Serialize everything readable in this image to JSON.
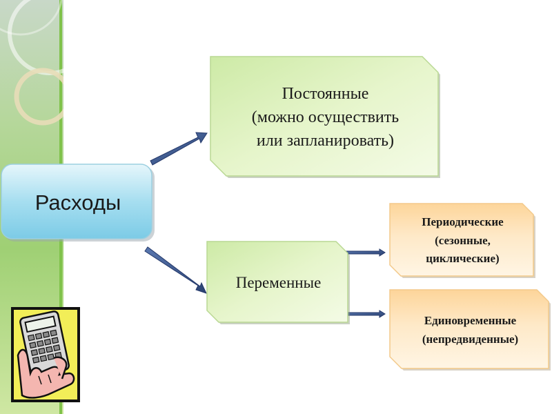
{
  "diagram": {
    "root": {
      "label": "Расходы"
    },
    "constant": {
      "lines": [
        "Постоянные",
        "(можно осуществить",
        "или запланировать)"
      ]
    },
    "variable": {
      "label": "Переменные"
    },
    "periodic": {
      "lines": [
        "Периодические",
        "(сезонные,",
        "циклические)"
      ]
    },
    "one_time": {
      "lines": [
        "Единовременные",
        "(непредвиденные)"
      ]
    },
    "edges": [
      {
        "from": "Расходы",
        "to": "Постоянные"
      },
      {
        "from": "Расходы",
        "to": "Переменные"
      },
      {
        "from": "Переменные",
        "to": "Периодические"
      },
      {
        "from": "Переменные",
        "to": "Единовременные"
      }
    ]
  },
  "colors": {
    "root_fill": "#8fd4ec",
    "green_fill": "#dff3b8",
    "orange_fill": "#fde2b6",
    "arrow": "#2f4a7c",
    "side_accent": "#7fc24a"
  },
  "icons": {
    "calculator": "calculator-hand-icon"
  }
}
